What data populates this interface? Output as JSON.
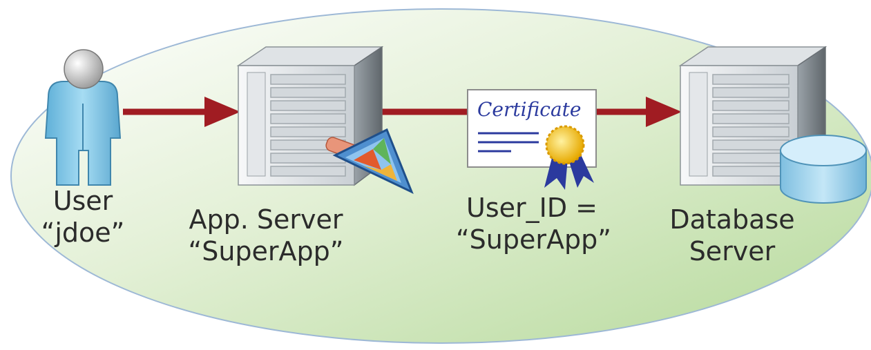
{
  "colors": {
    "zone_fill_light": "#f4f9ee",
    "zone_fill_dark": "#b9dba0",
    "zone_stroke": "#9db8d6",
    "arrow": "#a01c22",
    "server_body": "#e9ecef",
    "server_side": "#8e969d",
    "user_body": "#7ec3e3",
    "user_head": "#c8c8c8",
    "certificate_ink": "#2b3a9e",
    "seal": "#f3c21b",
    "database": "#9fd2ec"
  },
  "icons": {
    "user": "user-icon",
    "app_server": "server-icon",
    "app_component": "application-badge-icon",
    "certificate": "certificate-icon",
    "database_server": "server-icon",
    "database": "database-cylinder-icon"
  },
  "certificate": {
    "script_text": "Certificate"
  },
  "nodes": {
    "user": {
      "line1": "User",
      "line2": "“jdoe”"
    },
    "app_server": {
      "line1": "App. Server",
      "line2": "“SuperApp”"
    },
    "credential": {
      "line1": "User_ID =",
      "line2": "“SuperApp”"
    },
    "db_server": {
      "line1": "Database",
      "line2": "Server"
    }
  }
}
